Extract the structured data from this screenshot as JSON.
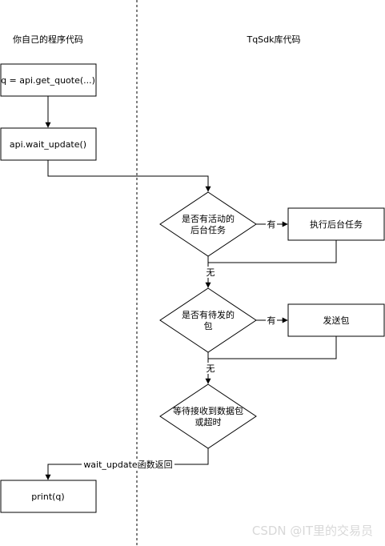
{
  "lanes": {
    "left_title": "你自己的程序代码",
    "right_title": "TqSdk库代码"
  },
  "left_lane": {
    "get_quote": "q = api.get_quote(...)",
    "wait_update": "api.wait_update()",
    "print": "print(q)"
  },
  "right_lane": {
    "decision_active": [
      "是否有活动的",
      "后台任务"
    ],
    "task_box": "执行后台任务",
    "decision_send": [
      "是否有待发的",
      "包"
    ],
    "send_box": "发送包",
    "decision_wait": [
      "等待接收到数据包",
      "或超时"
    ]
  },
  "edges": {
    "yes1": "有",
    "no1": "无",
    "yes2": "有",
    "no2": "无",
    "return": "wait_update函数返回"
  },
  "watermark": "CSDN @IT里的交易员"
}
